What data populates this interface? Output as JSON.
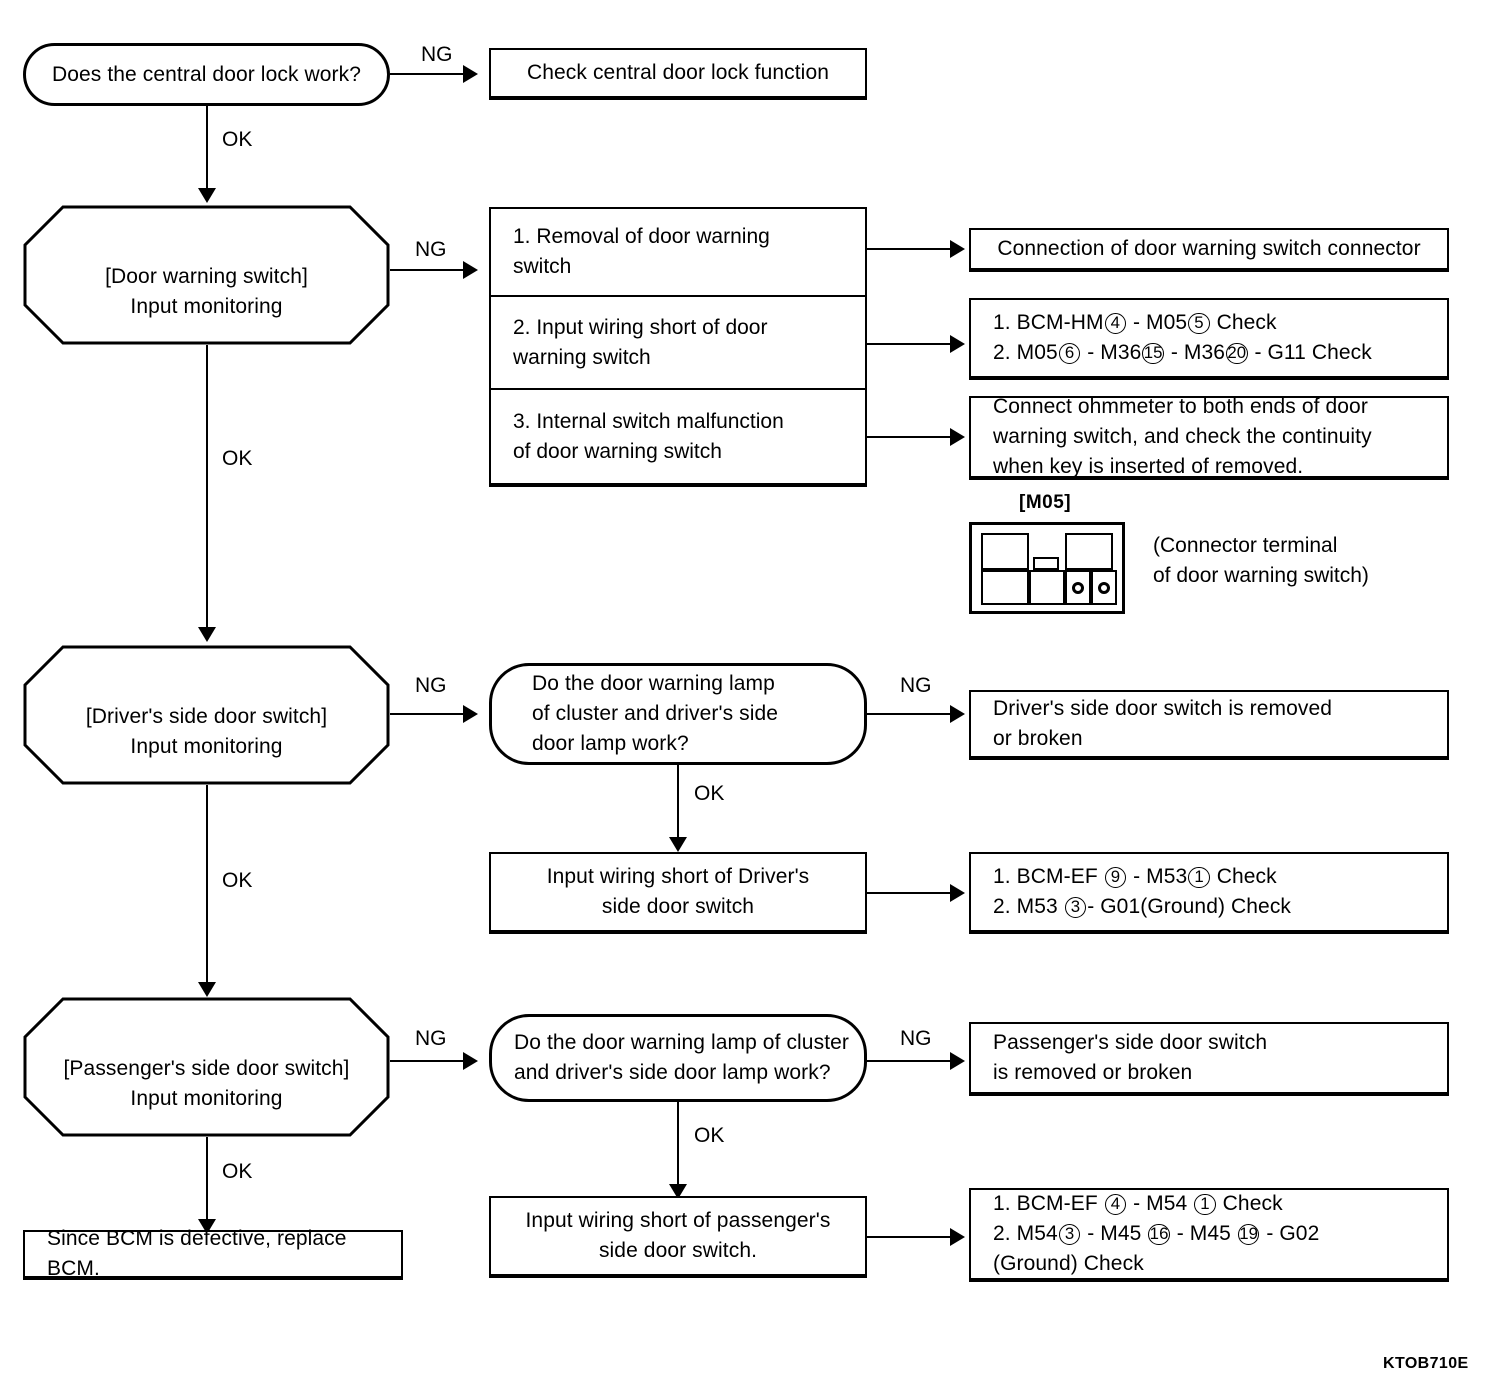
{
  "figure": {
    "code": "KTOB710E",
    "edge_labels": {
      "ng": "NG",
      "ok": "OK"
    }
  },
  "nodes": {
    "q_central_lock": {
      "text": "Does the central door lock work?"
    },
    "a_check_lock": {
      "text": "Check central door lock function"
    },
    "m_door_warning": {
      "line1": "[Door warning switch]",
      "line2": "Input monitoring"
    },
    "causes_door_warning": {
      "rows": [
        {
          "line1": "1. Removal of door warning",
          "line2": "switch"
        },
        {
          "line1": "2. Input wiring short of door",
          "line2": "warning switch"
        },
        {
          "line1": "3. Internal switch malfunction",
          "line2": "of door warning switch"
        }
      ]
    },
    "fix_connector": {
      "text": "Connection of door warning switch connector"
    },
    "fix_wiring_dws": {
      "line1_pre": "1. BCM-HM",
      "line1_c1": "4",
      "line1_mid": " - M05",
      "line1_c2": "5",
      "line1_post": "  Check",
      "line2_pre": "2. M05",
      "line2_c1": "6",
      "line2_mid1": " - M36",
      "line2_c2": "15",
      "line2_mid2": " - M36",
      "line2_c3": "20",
      "line2_post": " - G11 Check"
    },
    "fix_ohmmeter": {
      "line1": "Connect ohmmeter to both ends of door",
      "line2": "warning switch, and check the continuity",
      "line3": "when key is inserted of removed."
    },
    "connector_fig": {
      "title": "[M05]",
      "caption_line1": "(Connector terminal",
      "caption_line2": "of door warning switch)"
    },
    "m_driver_switch": {
      "line1": "[Driver's side door switch]",
      "line2": "Input monitoring"
    },
    "q_driver_lamp": {
      "line1": "Do the door warning lamp",
      "line2": "of cluster and driver's side",
      "line3": "door lamp work?"
    },
    "a_driver_removed": {
      "line1": "Driver's side door switch is removed",
      "line2": "or broken"
    },
    "a_driver_wiring": {
      "line1": "Input wiring short of Driver's",
      "line2": "side door switch"
    },
    "fix_driver_check": {
      "line1_pre": "1. BCM-EF ",
      "line1_c1": "9",
      "line1_mid": " - M53",
      "line1_c2": "1",
      "line1_post": "  Check",
      "line2_pre": "2. M53 ",
      "line2_c1": "3",
      "line2_post": "- G01(Ground) Check"
    },
    "m_passenger_switch": {
      "line1": "[Passenger's side door switch]",
      "line2": "Input monitoring"
    },
    "q_passenger_lamp": {
      "line1": "Do the door warning lamp of cluster",
      "line2": "and driver's side door lamp work?"
    },
    "a_passenger_removed": {
      "line1": "Passenger's side door switch",
      "line2": "is removed or broken"
    },
    "a_passenger_wiring": {
      "line1": "Input wiring short of passenger's",
      "line2": "side door switch."
    },
    "fix_passenger_check": {
      "line1_pre": "1. BCM-EF ",
      "line1_c1": "4",
      "line1_mid": " - M54 ",
      "line1_c2": "1",
      "line1_post": "  Check",
      "line2_pre": "2. M54",
      "line2_c1": "3",
      "line2_mid1": " - M45 ",
      "line2_c2": "16",
      "line2_mid2": " - M45 ",
      "line2_c3": "19",
      "line2_post": " - G02",
      "line3": "(Ground) Check"
    },
    "a_replace_bcm": {
      "text": "Since BCM is defective, replace BCM."
    }
  }
}
